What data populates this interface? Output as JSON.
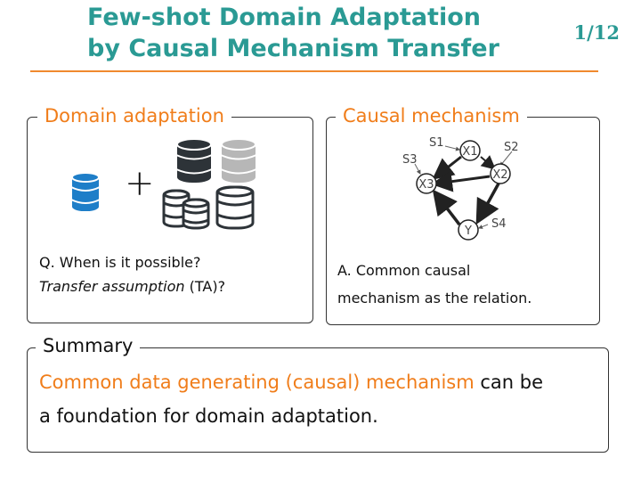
{
  "header": {
    "title_line1": "Few-shot Domain Adaptation",
    "title_line2": "by Causal Mechanism Transfer",
    "page_number": "1/12"
  },
  "left_panel": {
    "label": "Domain adaptation",
    "plus": "+",
    "question": "Q. When is it possible?",
    "assumption_italic": "Transfer assumption",
    "assumption_rest": " (TA)?"
  },
  "right_panel": {
    "label": "Causal mechanism",
    "nodes": [
      "X1",
      "X2",
      "X3",
      "Y"
    ],
    "noise": [
      "S1",
      "S2",
      "S3",
      "S4"
    ],
    "answer_line1": "A. Common causal",
    "answer_line2": "mechanism as the relation."
  },
  "summary": {
    "label": "Summary",
    "highlight": "Common data generating (causal) mechanism",
    "rest_line1": " can be",
    "line2": "a foundation for domain adaptation."
  },
  "colors": {
    "accent": "#2a9a94",
    "orange": "#f07d1a",
    "blue_db": "#1e7ec8",
    "dark_db": "#2d3338",
    "gray_db": "#b7b7b7"
  }
}
